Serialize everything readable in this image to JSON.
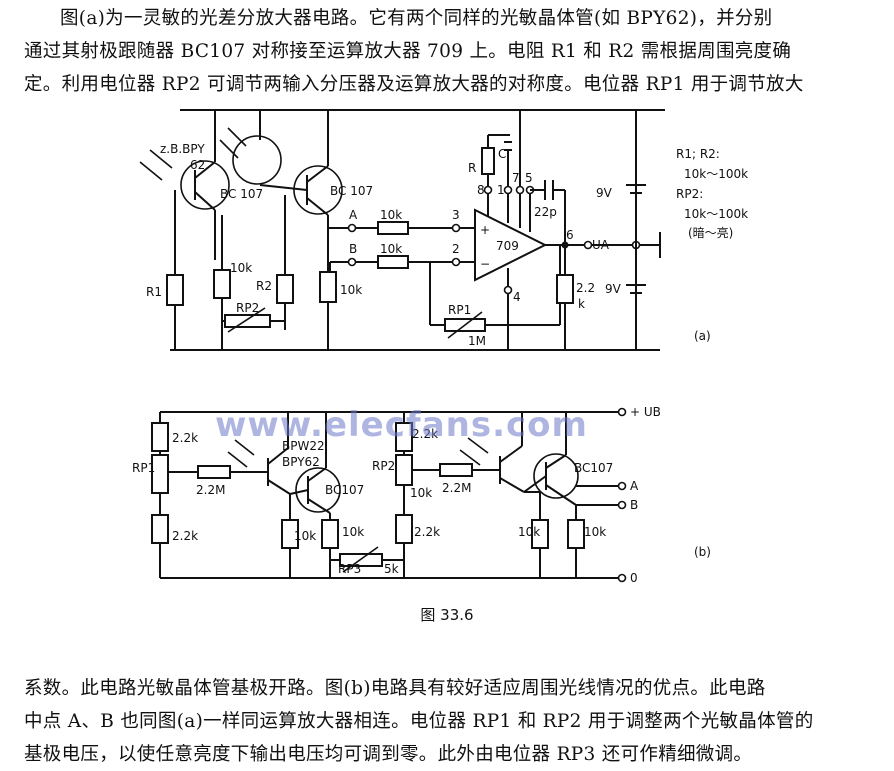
{
  "text": {
    "top_lines": [
      "图(a)为一灵敏的光差分放大器电路。它有两个同样的光敏晶体管(如 BPY62)，并分别",
      "通过其射极跟随器 BC107 对称接至运算放大器 709 上。电阻 R1 和 R2 需根据周围亮度确",
      "定。利用电位器 RP2 可调节两输入分压器及运算放大器的对称度。电位器 RP1 用于调节放大"
    ],
    "bottom_lines": [
      "系数。此电路光敏晶体管基极开路。图(b)电路具有较好适应周围光线情况的优点。此电路",
      "中点 A、B 也同图(a)一样同运算放大器相连。电位器 RP1 和 RP2 用于调整两个光敏晶体管的",
      "基极电压，以使任意亮度下输出电压均可调到零。此外由电位器 RP3 还可作精细微调。"
    ],
    "caption": "图 33.6",
    "watermark": "www.elecfans.com"
  },
  "circuit_a": {
    "phototransistor": "z.B.BPY",
    "phototransistor_2": "62",
    "transistor_1": "BC 107",
    "transistor_2": "BC 107",
    "node_a": "A",
    "node_b": "B",
    "r_a": "10k",
    "r_b": "10k",
    "pin_3": "3",
    "pin_2": "2",
    "pin_6": "6",
    "pin_4": "4",
    "pin_8": "8",
    "pin_1": "1",
    "pin_7": "7",
    "pin_5": "5",
    "r_label": "R",
    "c_label": "C",
    "cap_22p": "22p",
    "opamp": "709",
    "plus": "+",
    "minus": "−",
    "r1": "R1",
    "r2": "R2",
    "r_10k_left": "10k",
    "r_10k_emitter": "10k",
    "rp2": "RP2",
    "rp1": "RP1",
    "rp1_value": "1M",
    "r_2_2": "2.2",
    "r_2_2_k": "k",
    "out": "UA",
    "supply_top": "9V",
    "supply_bottom": "9V",
    "spec_1": "R1; R2:",
    "spec_2": "10k～100k",
    "spec_3": "RP2:",
    "spec_4": "10k～100k",
    "spec_5": "(暗～亮)",
    "label": "(a)"
  },
  "circuit_b": {
    "r_top_left": "2.2k",
    "r_bottom_left": "2.2k",
    "rp1": "RP1",
    "r_2_2m_left": "2.2M",
    "photo_1": "BPW22",
    "photo_2": "BPY62",
    "trans_left": "BC107",
    "r_10k_1": "10k",
    "r_10k_2": "10k",
    "rp3": "RP3",
    "rp3_value": "5k",
    "rp2": "RP2",
    "r_10k_3": "10k",
    "r_2_2m_right": "2.2M",
    "r_2_2k_mid": "2.2k",
    "r_2_2k_mid_top": "2.2k",
    "trans_right": "BC107",
    "r_10k_4": "10k",
    "r_10k_5": "10k",
    "out_a": "A",
    "out_b": "B",
    "supply": "+ UB",
    "ground": "0",
    "label": "(b)"
  }
}
